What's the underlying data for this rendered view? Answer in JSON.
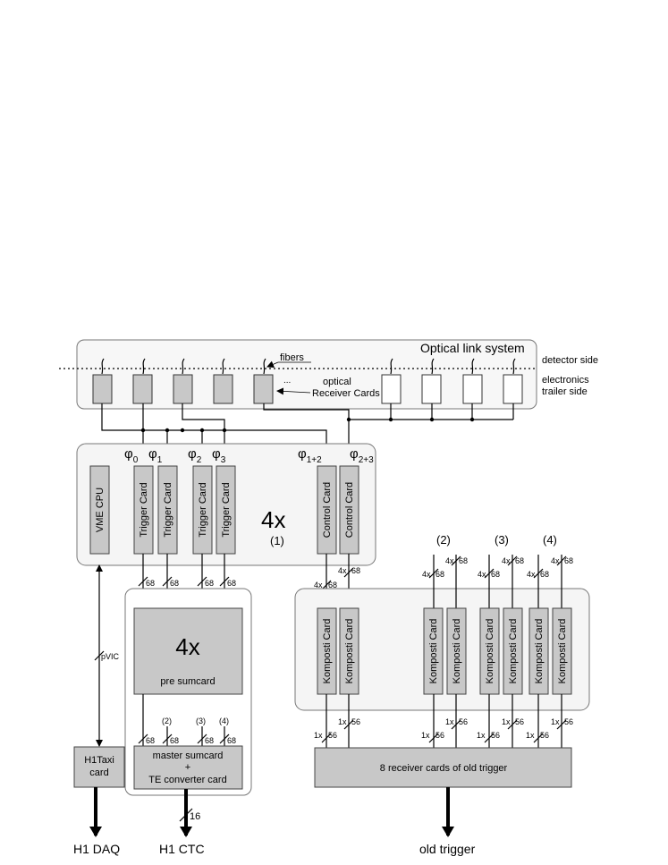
{
  "optical": {
    "title": "Optical link system",
    "detector_side": "detector side",
    "electronics_trailer_side_1": "electronics",
    "electronics_trailer_side_2": "trailer side",
    "fibers": "fibers",
    "ellipsis": "...",
    "receiver_cards_1": "optical",
    "receiver_cards_2": "Receiver Cards"
  },
  "phi": {
    "phi0": "φ",
    "phi0_sub": "0",
    "phi1": "φ",
    "phi1_sub": "1",
    "phi2": "φ",
    "phi2_sub": "2",
    "phi3": "φ",
    "phi3_sub": "3",
    "phi12": "φ",
    "phi12_sub": "1+2",
    "phi23": "φ",
    "phi23_sub": "2+3"
  },
  "crate": {
    "vme_cpu": "VME CPU",
    "trigger_card": "Trigger Card",
    "control_card": "Control Card",
    "multiplier": "4x",
    "index": "(1)"
  },
  "buses": {
    "b68": "68",
    "b4x68": "4x",
    "b56": "56",
    "b1x56": "1x",
    "b16": "16",
    "pvic": "pVIC",
    "idx2": "(2)",
    "idx3": "(3)",
    "idx4": "(4)"
  },
  "sumcard": {
    "multiplier": "4x",
    "label": "pre sumcard",
    "master_1": "master sumcard",
    "master_2": "+",
    "master_3": "TE converter card"
  },
  "komposti": {
    "label": "Komposti Card",
    "receivers": "8 receiver cards of old trigger"
  },
  "taxi": {
    "line1": "H1Taxi",
    "line2": "card"
  },
  "outputs": {
    "daq": "H1 DAQ",
    "ctc": "H1 CTC",
    "old": "old trigger"
  }
}
